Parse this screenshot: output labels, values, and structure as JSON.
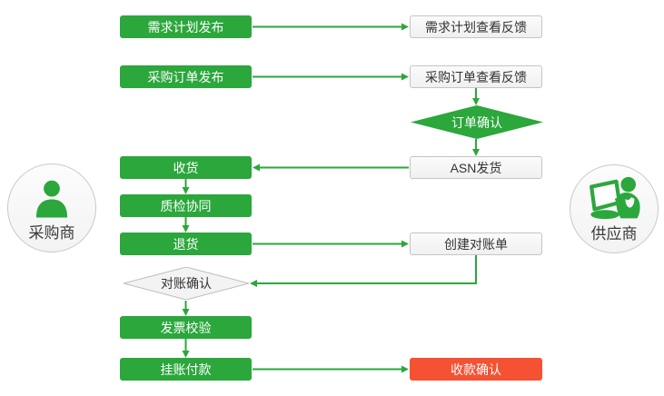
{
  "colors": {
    "green": "#2BA73C",
    "red": "#F45233",
    "gray_border": "#C5C5C5",
    "dark_text": "#333333"
  },
  "actors": {
    "buyer": {
      "label": "采购商"
    },
    "supplier": {
      "label": "供应商"
    }
  },
  "nodes": {
    "demand_plan_publish": {
      "label": "需求计划发布"
    },
    "demand_plan_feedback": {
      "label": "需求计划查看反馈"
    },
    "po_publish": {
      "label": "采购订单发布"
    },
    "po_feedback": {
      "label": "采购订单查看反馈"
    },
    "order_confirm": {
      "label": "订单确认"
    },
    "asn_ship": {
      "label": "ASN发货"
    },
    "receive": {
      "label": "收货"
    },
    "quality_collab": {
      "label": "质检协同"
    },
    "return_goods": {
      "label": "退货"
    },
    "create_statement": {
      "label": "创建对账单"
    },
    "reconcile_confirm": {
      "label": "对账确认"
    },
    "invoice_check": {
      "label": "发票校验"
    },
    "payment_on_account": {
      "label": "挂账付款"
    },
    "receipt_confirm": {
      "label": "收款确认"
    }
  }
}
